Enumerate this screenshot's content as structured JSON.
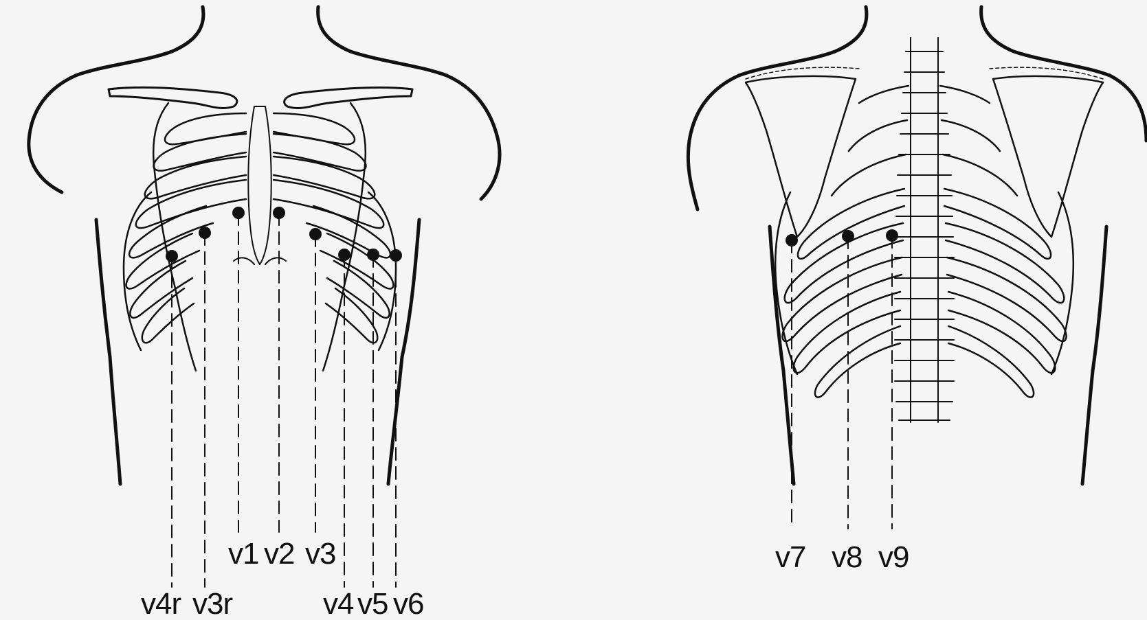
{
  "figure": {
    "front_view": {
      "electrode_labels": {
        "v1": "v1",
        "v2": "v2",
        "v3": "v3",
        "v4r": "v4r",
        "v3r": "v3r",
        "v4": "v4",
        "v5": "v5",
        "v6": "v6"
      }
    },
    "back_view": {
      "electrode_labels": {
        "v7": "v7",
        "v8": "v8",
        "v9": "v9"
      }
    },
    "colors": {
      "ink": "#111111",
      "paper": "#f5f5f5"
    }
  }
}
